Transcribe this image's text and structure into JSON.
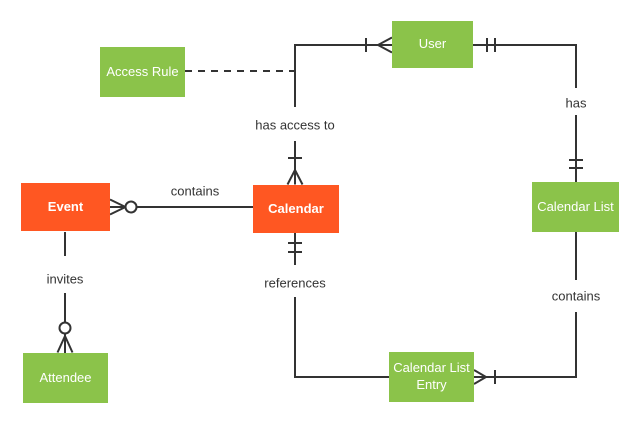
{
  "palette": {
    "entity_orange": "#FF5722",
    "entity_green": "#8BC34A",
    "entity_text": "#FFFFFF",
    "line_color": "#333333",
    "label_text": "#333333",
    "background": "#FFFFFF"
  },
  "entities": [
    {
      "id": "event",
      "label": "Event",
      "color": "#FF5722"
    },
    {
      "id": "calendar",
      "label": "Calendar",
      "color": "#FF5722"
    },
    {
      "id": "user",
      "label": "User",
      "color": "#8BC34A"
    },
    {
      "id": "access-rule",
      "label": "Access Rule",
      "color": "#8BC34A"
    },
    {
      "id": "calendar-list",
      "label": "Calendar List",
      "color": "#8BC34A"
    },
    {
      "id": "attendee",
      "label": "Attendee",
      "color": "#8BC34A"
    },
    {
      "id": "calendar-list-entry",
      "label": "Calendar List Entry",
      "color": "#8BC34A"
    }
  ],
  "relationships": [
    {
      "label": "contains",
      "from": "calendar",
      "to": "event",
      "from_marker": "none",
      "to_marker": "zero-or-many-crow-foot-circle"
    },
    {
      "label": "has access to",
      "from": "user",
      "to": "calendar",
      "from_marker": "one-or-many-crow-foot-tick",
      "to_marker": "one-or-many-crow-foot-tick"
    },
    {
      "label": "has",
      "from": "user",
      "to": "calendar-list",
      "from_marker": "exactly-one-double-tick",
      "to_marker": "exactly-one-double-tick"
    },
    {
      "label": "contains",
      "from": "calendar-list",
      "to": "calendar-list-entry",
      "from_marker": "none",
      "to_marker": "one-or-many-crow-foot-tick"
    },
    {
      "label": "references",
      "from": "calendar",
      "to": "calendar-list-entry",
      "from_marker": "exactly-one-double-tick",
      "to_marker": "none"
    },
    {
      "label": "invites",
      "from": "event",
      "to": "attendee",
      "from_marker": "none",
      "to_marker": "zero-or-many-crow-foot-circle"
    },
    {
      "label": "",
      "from": "access-rule",
      "to": "has-access-to-relationship-line",
      "style": "dashed"
    }
  ]
}
